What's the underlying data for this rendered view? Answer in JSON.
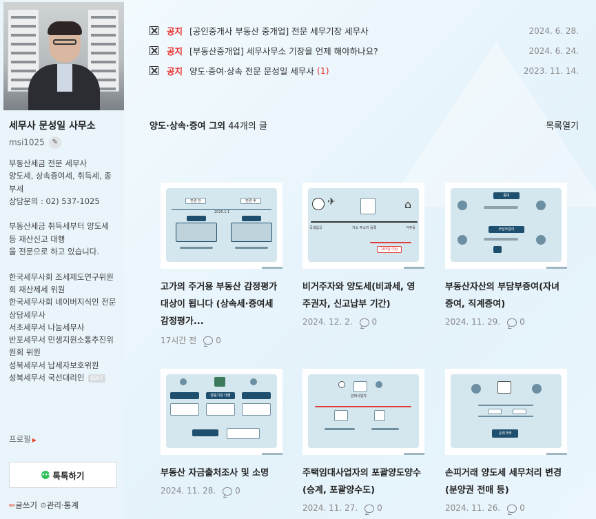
{
  "sidebar": {
    "blog_name": "세무사 문성일 사무소",
    "blog_id": "msi1025",
    "intro_1": "부동산세금 전문 세무사\n양도세, 상속증여세, 취득세, 종부세\n상담문의 : 02) 537-1025\n\n부동산세금 취득세부터 양도세 등 재산신고 대행\n을 전문으로 하고 있습니다.\n\n한국세무사회 조세제도연구위원회 재산제세 위원\n한국세무사회 네이버지식인 전문상담세무사\n서초세무서 나눔세무사\n반포세무서 민생지원소통추진위원회 위원\n성북세무서 납세자보호위원\n성북세무서 국선대리인",
    "edit_badge": "EDIT",
    "profile_link": "프로필",
    "talk_button": "톡톡하기",
    "write_link": "글쓰기",
    "manage_link": "관리·통계"
  },
  "notices": [
    {
      "badge": "공지",
      "title": "[공인중개사 부동산 중개업] 전문 세무기장 세무사",
      "count": "",
      "date": "2024. 6. 28."
    },
    {
      "badge": "공지",
      "title": "[부동산중개업] 세무사무소 기장을 언제 해야하나요?",
      "count": "",
      "date": "2024. 6. 24."
    },
    {
      "badge": "공지",
      "title": "양도·증여·상속 전문 문성일 세무사",
      "count": "(1)",
      "date": "2023. 11. 14."
    }
  ],
  "list_header": {
    "category": "양도·상속·증여 그외",
    "count_text": " 44개의 글",
    "toggle": "목록열기"
  },
  "posts": [
    {
      "title": "고가의 주거용 부동산 감정평가 대상이 됩니다 (상속세·증여세 감정평가...",
      "date": "17시간 전",
      "comments": "0"
    },
    {
      "title": "비거주자와 양도세(비과세, 영주권자, 신고납부 기간)",
      "date": "2024. 12. 2.",
      "comments": "0"
    },
    {
      "title": "부동산자산의 부담부증여(자녀증여, 직계증여)",
      "date": "2024. 11. 29.",
      "comments": "0"
    },
    {
      "title": "부동산 자금출처조사 및 소명",
      "date": "2024. 11. 28.",
      "comments": "0"
    },
    {
      "title": "주택임대사업자의 포괄양도양수(승계, 포괄양수도)",
      "date": "2024. 11. 27.",
      "comments": "0"
    },
    {
      "title": "손피거래 양도세 세무처리 변경 (분양권 전매 등)",
      "date": "2024. 11. 26.",
      "comments": "0"
    }
  ],
  "thumb_text": {
    "t1_a": "변경 전",
    "t1_b": "변경 후",
    "t1_c": "2025.1.1",
    "t2_a": "국내입국",
    "t2_b": "거소 주소지 등록",
    "t2_c": "거주등",
    "t2_d": "183일 이상",
    "t3_a": "증여",
    "t3_b": "부담부증여",
    "t4_a": "금융기관 대출",
    "t5_a": "임대사업자",
    "t6_a": "손피거래"
  },
  "colors": {
    "accent": "#e8312c",
    "background": "#e9f5fb",
    "talk": "#2fc25b"
  }
}
